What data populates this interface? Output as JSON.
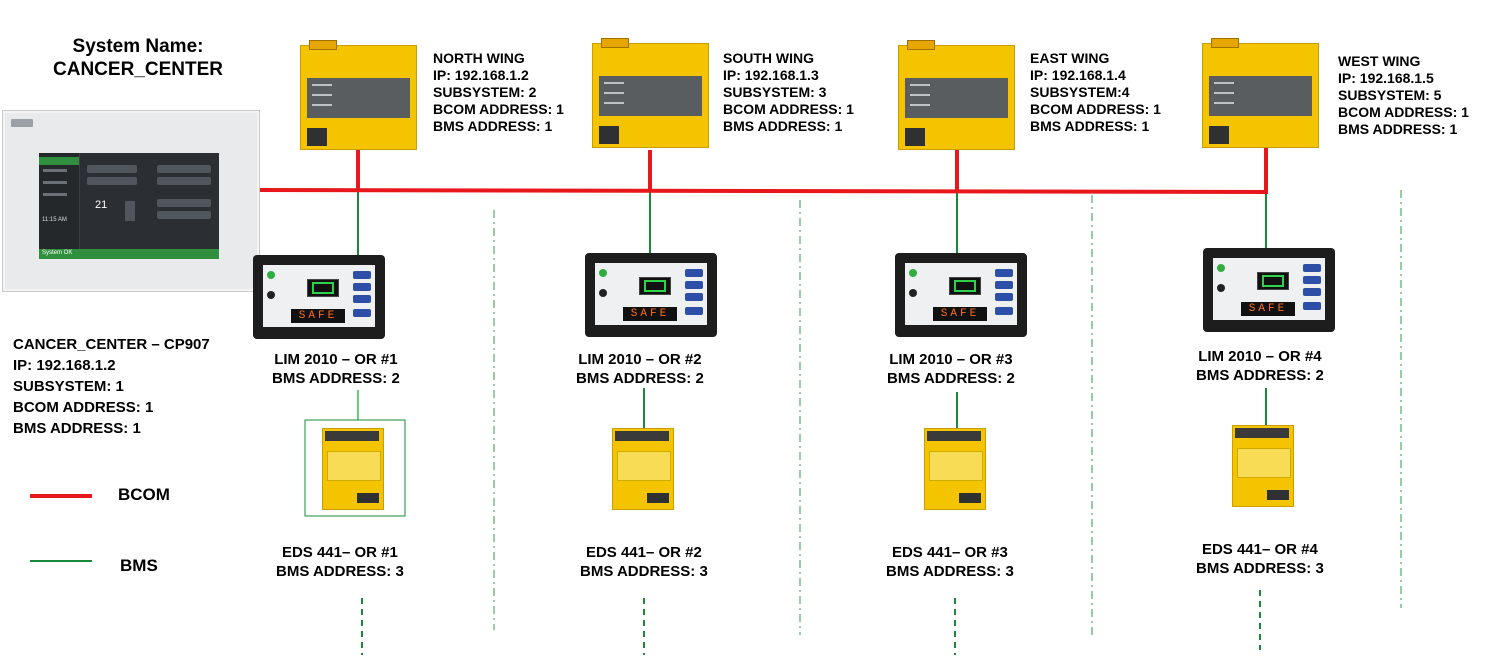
{
  "title": {
    "line1": "System Name:",
    "line2": "CANCER_CENTER"
  },
  "controller": {
    "name": "CANCER_CENTER – CP907",
    "ip": "IP: 192.168.1.2",
    "subsystem": "SUBSYSTEM: 1",
    "bcom": "BCOM ADDRESS: 1",
    "bms": "BMS ADDRESS: 1",
    "screen": {
      "time": "11:15 AM",
      "temp": "21",
      "status": "System OK"
    }
  },
  "legend": {
    "bcom": "BCOM",
    "bms": "BMS"
  },
  "colors": {
    "bcom": "#e8171c",
    "bms": "#1a8a3a",
    "device": "#f5c400"
  },
  "wings": [
    {
      "name": "NORTH WING",
      "ip": "IP: 192.168.1.2",
      "subsystem": "SUBSYSTEM: 2",
      "bcom": "BCOM ADDRESS: 1",
      "bms": "BMS ADDRESS: 1",
      "lim": "LIM 2010 – OR #1",
      "lim_bms": "BMS ADDRESS: 2",
      "eds": "EDS 441– OR #1",
      "eds_bms": "BMS ADDRESS: 3",
      "lim_display": "SAFE"
    },
    {
      "name": "SOUTH WING",
      "ip": "IP: 192.168.1.3",
      "subsystem": "SUBSYSTEM: 3",
      "bcom": "BCOM ADDRESS: 1",
      "bms": "BMS ADDRESS: 1",
      "lim": "LIM 2010 – OR #2",
      "lim_bms": "BMS ADDRESS: 2",
      "eds": "EDS 441– OR #2",
      "eds_bms": "BMS ADDRESS: 3",
      "lim_display": "SAFE"
    },
    {
      "name": "EAST WING",
      "ip": "IP: 192.168.1.4",
      "subsystem": "SUBSYSTEM:4",
      "bcom": "BCOM ADDRESS: 1",
      "bms": "BMS ADDRESS: 1",
      "lim": "LIM 2010 – OR #3",
      "lim_bms": "BMS ADDRESS: 2",
      "eds": "EDS 441– OR #3",
      "eds_bms": "BMS ADDRESS: 3",
      "lim_display": "SAFE"
    },
    {
      "name": "WEST WING",
      "ip": "IP: 192.168.1.5",
      "subsystem": "SUBSYSTEM: 5",
      "bcom": "BCOM ADDRESS: 1",
      "bms": "BMS ADDRESS: 1",
      "lim": "LIM 2010 – OR #4",
      "lim_bms": "BMS ADDRESS: 2",
      "eds": "EDS 441– OR #4",
      "eds_bms": "BMS ADDRESS: 3",
      "lim_display": "SAFE"
    }
  ]
}
